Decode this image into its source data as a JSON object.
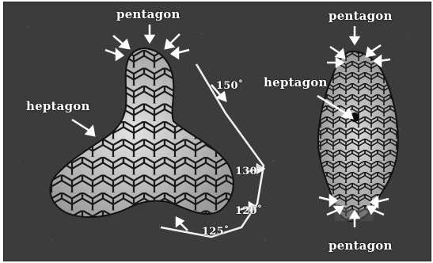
{
  "labels": {
    "pentagon_top_left": "pentagon",
    "pentagon_top_right": "pentagon",
    "pentagon_bottom_right": "pentagon",
    "heptagon_left": "heptagon",
    "heptagon_right": "heptagon"
  },
  "angles": {
    "a150": "150",
    "a130": "130",
    "a120": "120",
    "a125": "125"
  },
  "colors": {
    "background": "#3c3c3c",
    "surface": "#cfcfcf",
    "mesh_line": "#1a1a1a",
    "label": "#ffffff"
  }
}
